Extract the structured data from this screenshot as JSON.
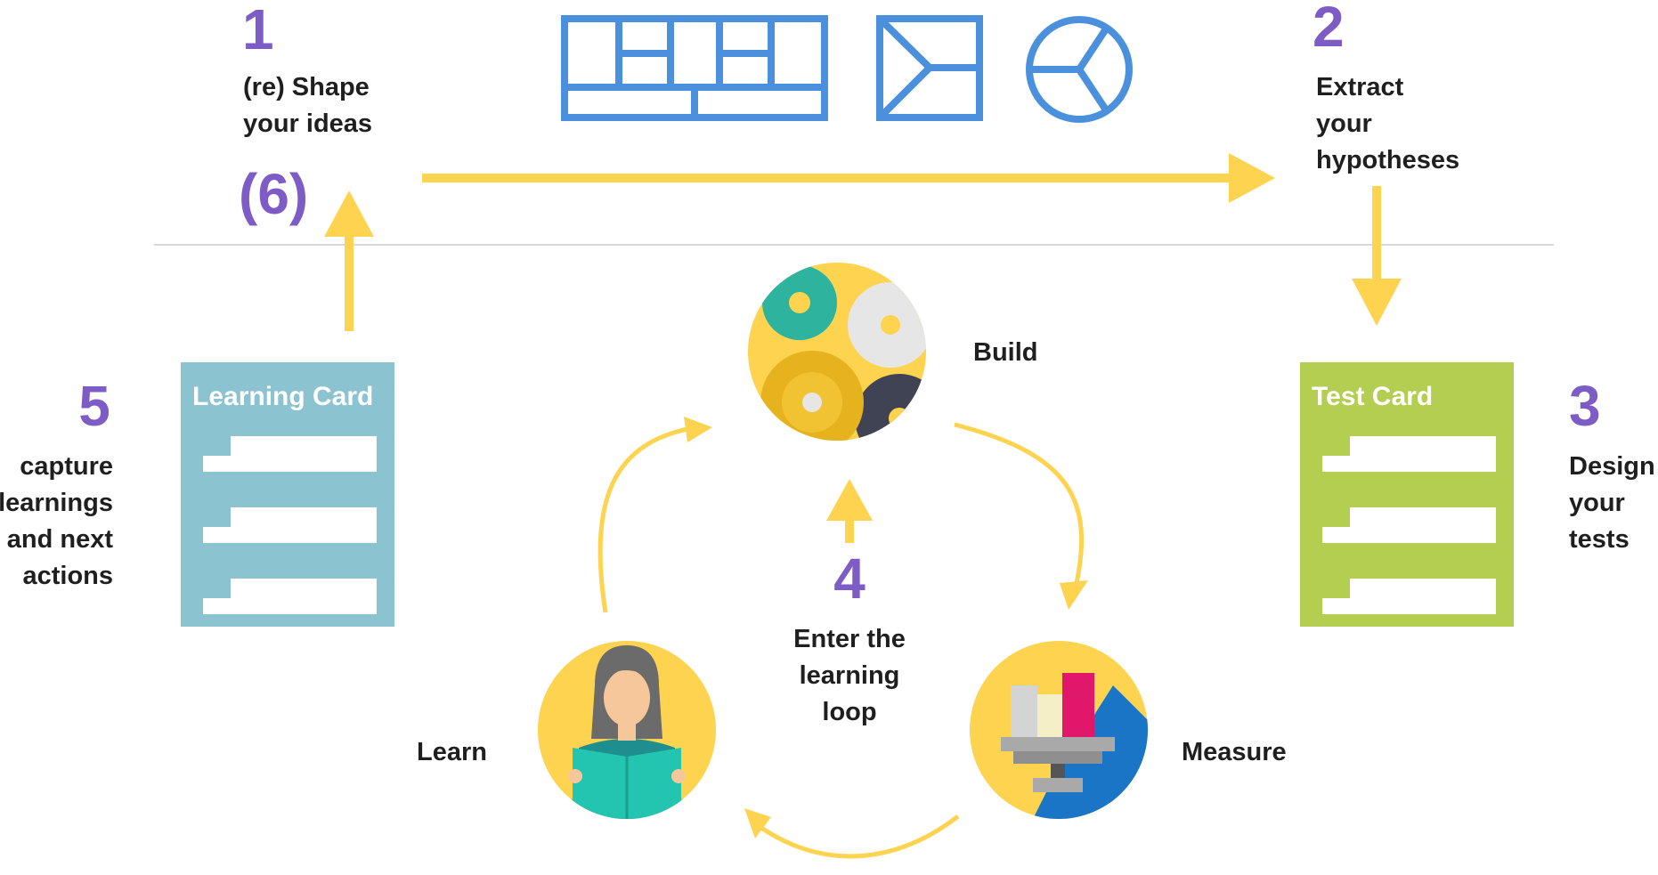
{
  "colors": {
    "accent_yellow": "#FDD34F",
    "number_purple": "#7E5CC6",
    "canvas_blue": "#4A90DD",
    "learning_card": "#8BC3D0",
    "test_card": "#B3CE50",
    "divider": "#D9D9D9"
  },
  "steps": {
    "step1": {
      "number": "1",
      "line1": "(re) Shape",
      "line2": "your ideas",
      "repeat_number": "(6)"
    },
    "step2": {
      "number": "2",
      "line1": "Extract",
      "line2": "your",
      "line3": "hypotheses"
    },
    "step3": {
      "number": "3",
      "line1": "Design",
      "line2": "your",
      "line3": "tests"
    },
    "step4": {
      "number": "4",
      "line1": "Enter the",
      "line2": "learning",
      "line3": "loop"
    },
    "step5": {
      "number": "5",
      "line1": "capture",
      "line2": "learnings",
      "line3": "and next",
      "line4": "actions"
    }
  },
  "cards": {
    "learning": {
      "title": "Learning Card"
    },
    "test": {
      "title": "Test Card"
    }
  },
  "loop": {
    "build": "Build",
    "measure": "Measure",
    "learn": "Learn"
  },
  "icons": [
    "business-model-canvas-icon",
    "value-proposition-canvas-icon",
    "customer-profile-icon",
    "gears-icon",
    "measure-charts-icon",
    "reading-person-icon"
  ]
}
